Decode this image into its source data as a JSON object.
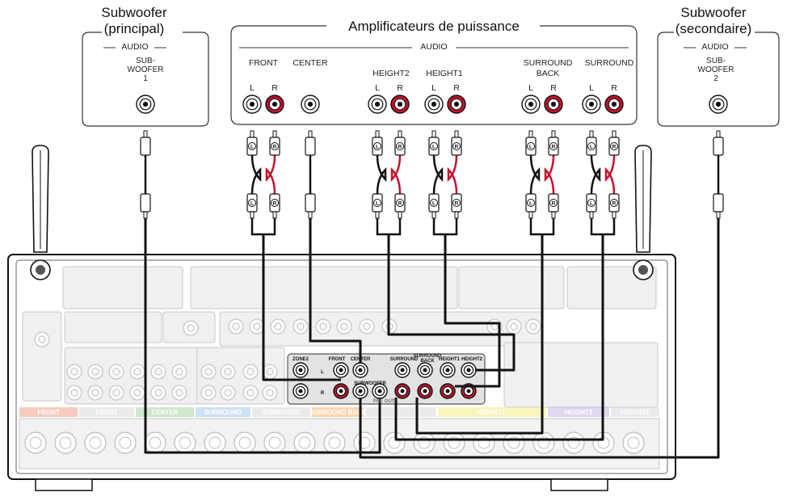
{
  "title_left": [
    "Subwoofer",
    "(principal)"
  ],
  "title_center": "Amplificateurs de puissance",
  "title_right": [
    "Subwoofer",
    "(secondaire)"
  ],
  "audio_label": "AUDIO",
  "sub_left": [
    "SUB-",
    "WOOFER",
    "1"
  ],
  "sub_right": [
    "SUB-",
    "WOOFER",
    "2"
  ],
  "channels": {
    "front": "FRONT",
    "center": "CENTER",
    "height2": "HEIGHT2",
    "height1": "HEIGHT1",
    "surround_back": [
      "SURROUND",
      "BACK"
    ],
    "surround": "SURROUND"
  },
  "lr": {
    "l": "L",
    "r": "R"
  },
  "receiver_panel": {
    "zone2": "ZONE2",
    "front": "FRONT",
    "center": "CENTER",
    "surround": "SURROUND",
    "surround_back": [
      "SURROUND",
      "BACK"
    ],
    "height1": "HEIGHT1",
    "height2": "HEIGHT2",
    "subwoofer": "SUBWOOFER",
    "pre_out": "PRE OUT"
  },
  "speaker_terminals": [
    "FRONT",
    "FRONT",
    "CENTER",
    "SURROUND",
    "SURROUND",
    "SURROUND BACK",
    "HEIGHT1",
    "HEIGHT2",
    "HEIGHT2"
  ],
  "colors": {
    "red": "#c8102e",
    "front": "#f2a08a",
    "center": "#a8d5a2",
    "surround": "#a6c8e8",
    "surround_back": "#f5b56a",
    "height1": "#f3ec86",
    "height2": "#c7b7e3",
    "gray": "#d9d9d9"
  }
}
